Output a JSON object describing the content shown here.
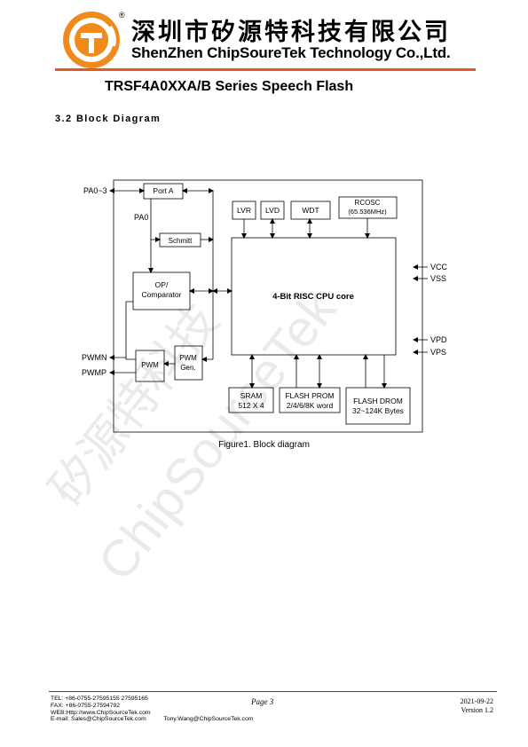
{
  "header": {
    "company_cn": "深圳市矽源特科技有限公司",
    "company_en": "ShenZhen ChipSoureTek Technology Co.,Ltd.",
    "registered_mark": "®",
    "logo_icon": "company-logo-icon",
    "accent_color": "#e05a22"
  },
  "doc_title": "TRSF4A0XXA/B Series Speech Flash",
  "section_title": "3.2 Block Diagram",
  "diagram": {
    "pins_left": {
      "pa": "PA0~3",
      "pwmn": "PWMN",
      "pwmp": "PWMP"
    },
    "pins_right": {
      "vcc": "VCC",
      "vss": "VSS",
      "vpd": "VPD",
      "vps": "VPS"
    },
    "pa0_label": "PA0",
    "blocks": {
      "port_a": "Port A",
      "schmitt": "Schmitt",
      "op_line1": "OP/",
      "op_line2": "Comparator",
      "pwm": "PWM",
      "pwm_gen_line1": "PWM",
      "pwm_gen_line2": "Gen.",
      "lvr": "LVR",
      "lvd": "LVD",
      "wdt": "WDT",
      "rcosc_line1": "RCOSC",
      "rcosc_line2": "(65.536MHz)",
      "cpu": "4-Bit RISC CPU core",
      "sram_line1": "SRAM",
      "sram_line2": "512 X 4",
      "prom_line1": "FLASH PROM",
      "prom_line2": "2/4/6/8K word",
      "drom_line1": "FLASH DROM",
      "drom_line2": "32~124K Bytes"
    },
    "caption": "Figure1. Block diagram"
  },
  "watermark": {
    "cn": "矽源特科技",
    "en": "ChipSourceTek"
  },
  "footer": {
    "tel": "TEL: +86-0755-27595155 27595165",
    "fax": "FAX: +86-0755-27594792",
    "web": "WEB:Http://www.ChipSourceTek.com",
    "email": "E-mail: Sales@ChipSourceTek.com",
    "email2": "Tony.Wang@ChipSourceTek.com",
    "page": "Page 3",
    "date": "2021-09-22",
    "version": "Version 1.2"
  }
}
